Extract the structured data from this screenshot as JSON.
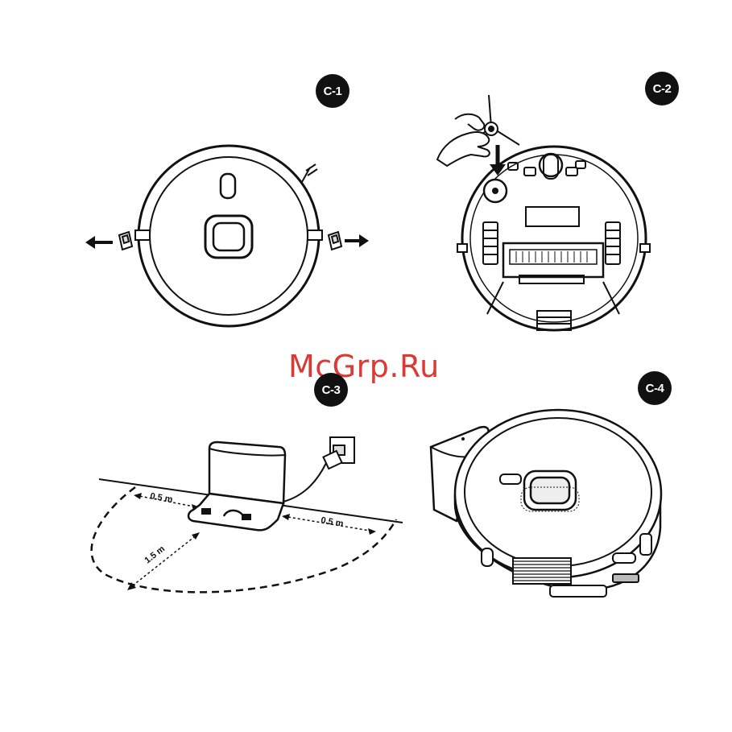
{
  "watermark": {
    "text": "McGrp.Ru"
  },
  "steps": [
    {
      "id": "C-1",
      "label": "C-1"
    },
    {
      "id": "C-2",
      "label": "C-2"
    },
    {
      "id": "C-3",
      "label": "C-3"
    },
    {
      "id": "C-4",
      "label": "C-4"
    }
  ],
  "dimensions": {
    "side_left": "0.5 m",
    "side_right": "0.5 m",
    "front": "1.5 m"
  },
  "colors": {
    "ink": "#111111",
    "watermark": "#d9231f",
    "background": "#ffffff"
  }
}
